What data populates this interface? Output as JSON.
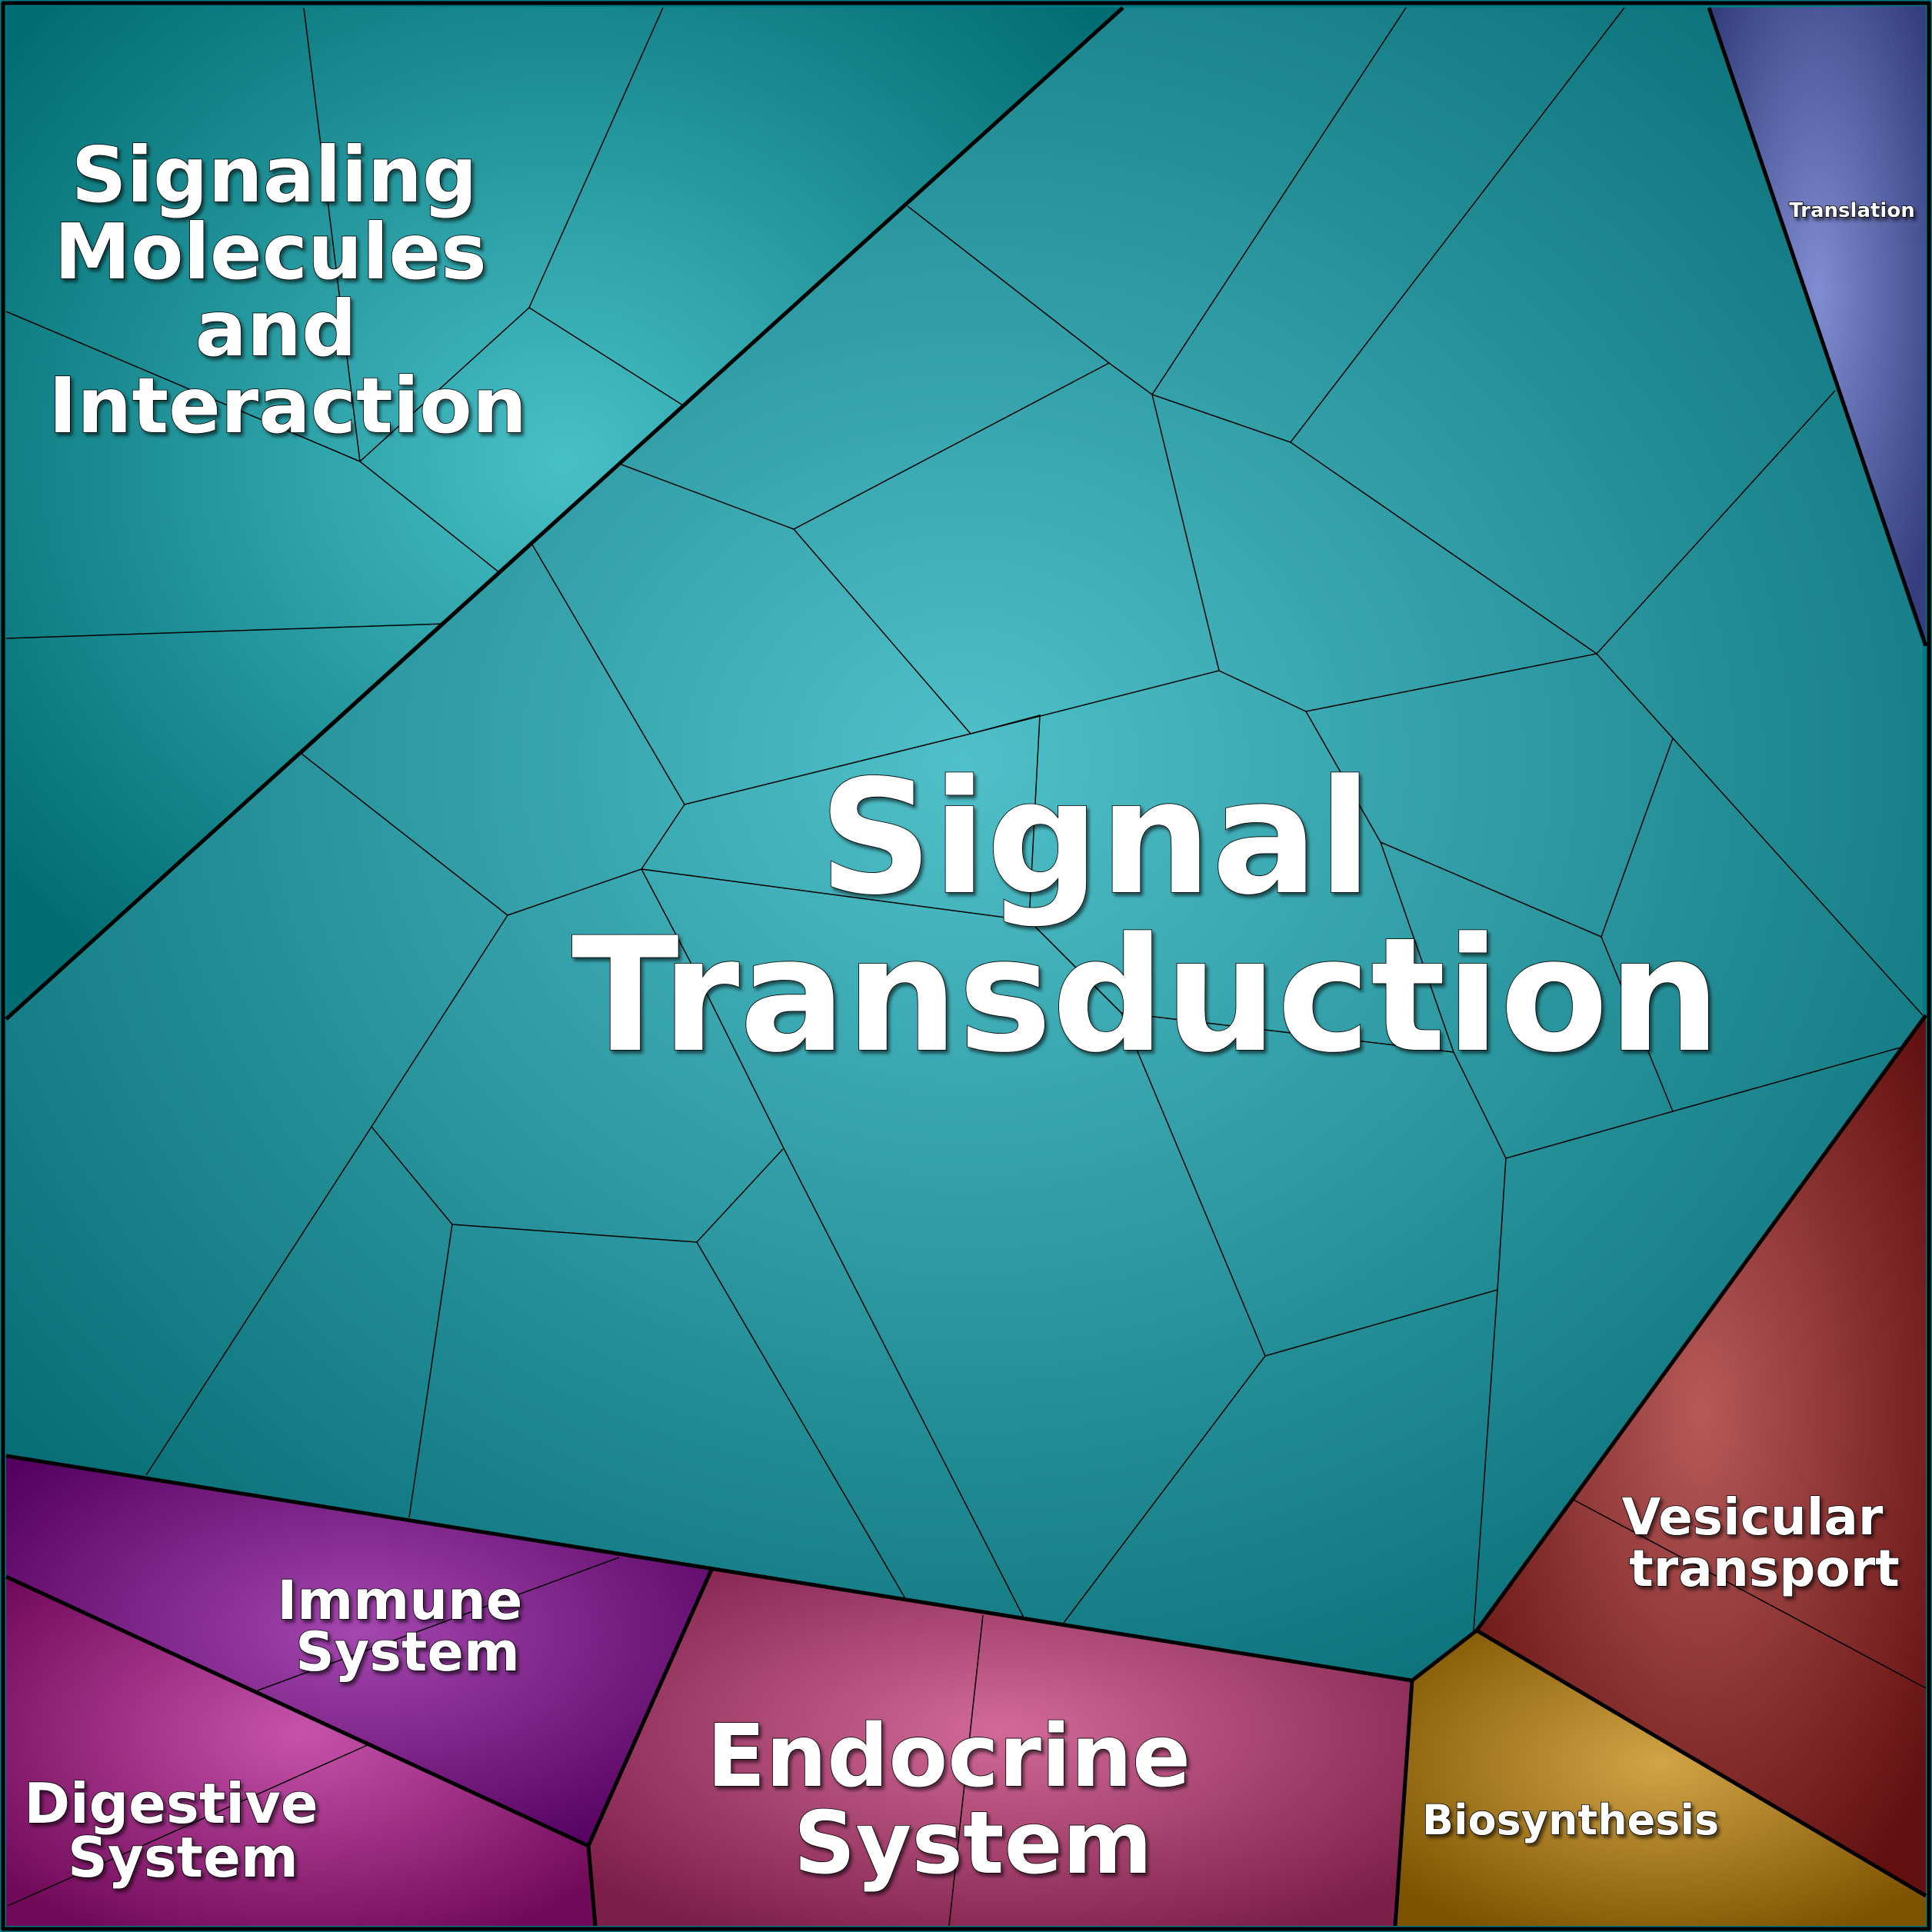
{
  "groups": [
    {
      "id": "signal-transduction",
      "label_lines": [
        "Signal",
        "Transduction"
      ],
      "color": "#0aa8b4",
      "cells": [
        {
          "color": "#10b0ac"
        },
        {
          "color": "#28c4bc"
        },
        {
          "color": "#48c8c8"
        },
        {
          "color": "#00a0a0"
        },
        {
          "color": "#00b8c0"
        },
        {
          "color": "#30a0a8"
        },
        {
          "color": "#008a98"
        },
        {
          "color": "#0ab8c0"
        },
        {
          "color": "#10a0a8"
        },
        {
          "color": "#1090a0"
        },
        {
          "color": "#2cc0b8"
        },
        {
          "color": "#30b4c4"
        },
        {
          "color": "#0890a0"
        },
        {
          "color": "#28b8b8"
        },
        {
          "color": "#0aa0ac"
        },
        {
          "color": "#0898a8"
        },
        {
          "color": "#00a0b0"
        },
        {
          "color": "#1ab8c4"
        },
        {
          "color": "#00c8d0"
        },
        {
          "color": "#009aa8"
        },
        {
          "color": "#0aa4b4"
        },
        {
          "color": "#30c8c0"
        },
        {
          "color": "#28b0b0"
        },
        {
          "color": "#30b0b8"
        },
        {
          "color": "#40c4c8"
        },
        {
          "color": "#0098a4"
        },
        {
          "color": "#0a88a0"
        },
        {
          "color": "#008898"
        },
        {
          "color": "#30b8c0"
        }
      ]
    },
    {
      "id": "signaling-molecules",
      "label_lines": [
        "Signaling",
        "Molecules",
        "and",
        "Interaction"
      ],
      "color": "#00a8b0",
      "cells": [
        {
          "color": "#00b0b4"
        },
        {
          "color": "#10c0c0"
        }
      ]
    },
    {
      "id": "translation",
      "label_lines": [
        "Translation"
      ],
      "color": "#5060c0"
    },
    {
      "id": "vesicular-transport",
      "label_lines": [
        "Vesicular",
        "transport"
      ],
      "color": "#9a1818"
    },
    {
      "id": "biosynthesis",
      "label_lines": [
        "Biosynthesis"
      ],
      "color": "#c08000"
    },
    {
      "id": "endocrine-system",
      "label_lines": [
        "Endocrine",
        "System"
      ],
      "color": "#c03070"
    },
    {
      "id": "immune-system",
      "label_lines": [
        "Immune",
        "System"
      ],
      "color": "#800090"
    },
    {
      "id": "digestive-system",
      "label_lines": [
        "Digestive",
        "System"
      ],
      "color": "#b0108a"
    }
  ]
}
